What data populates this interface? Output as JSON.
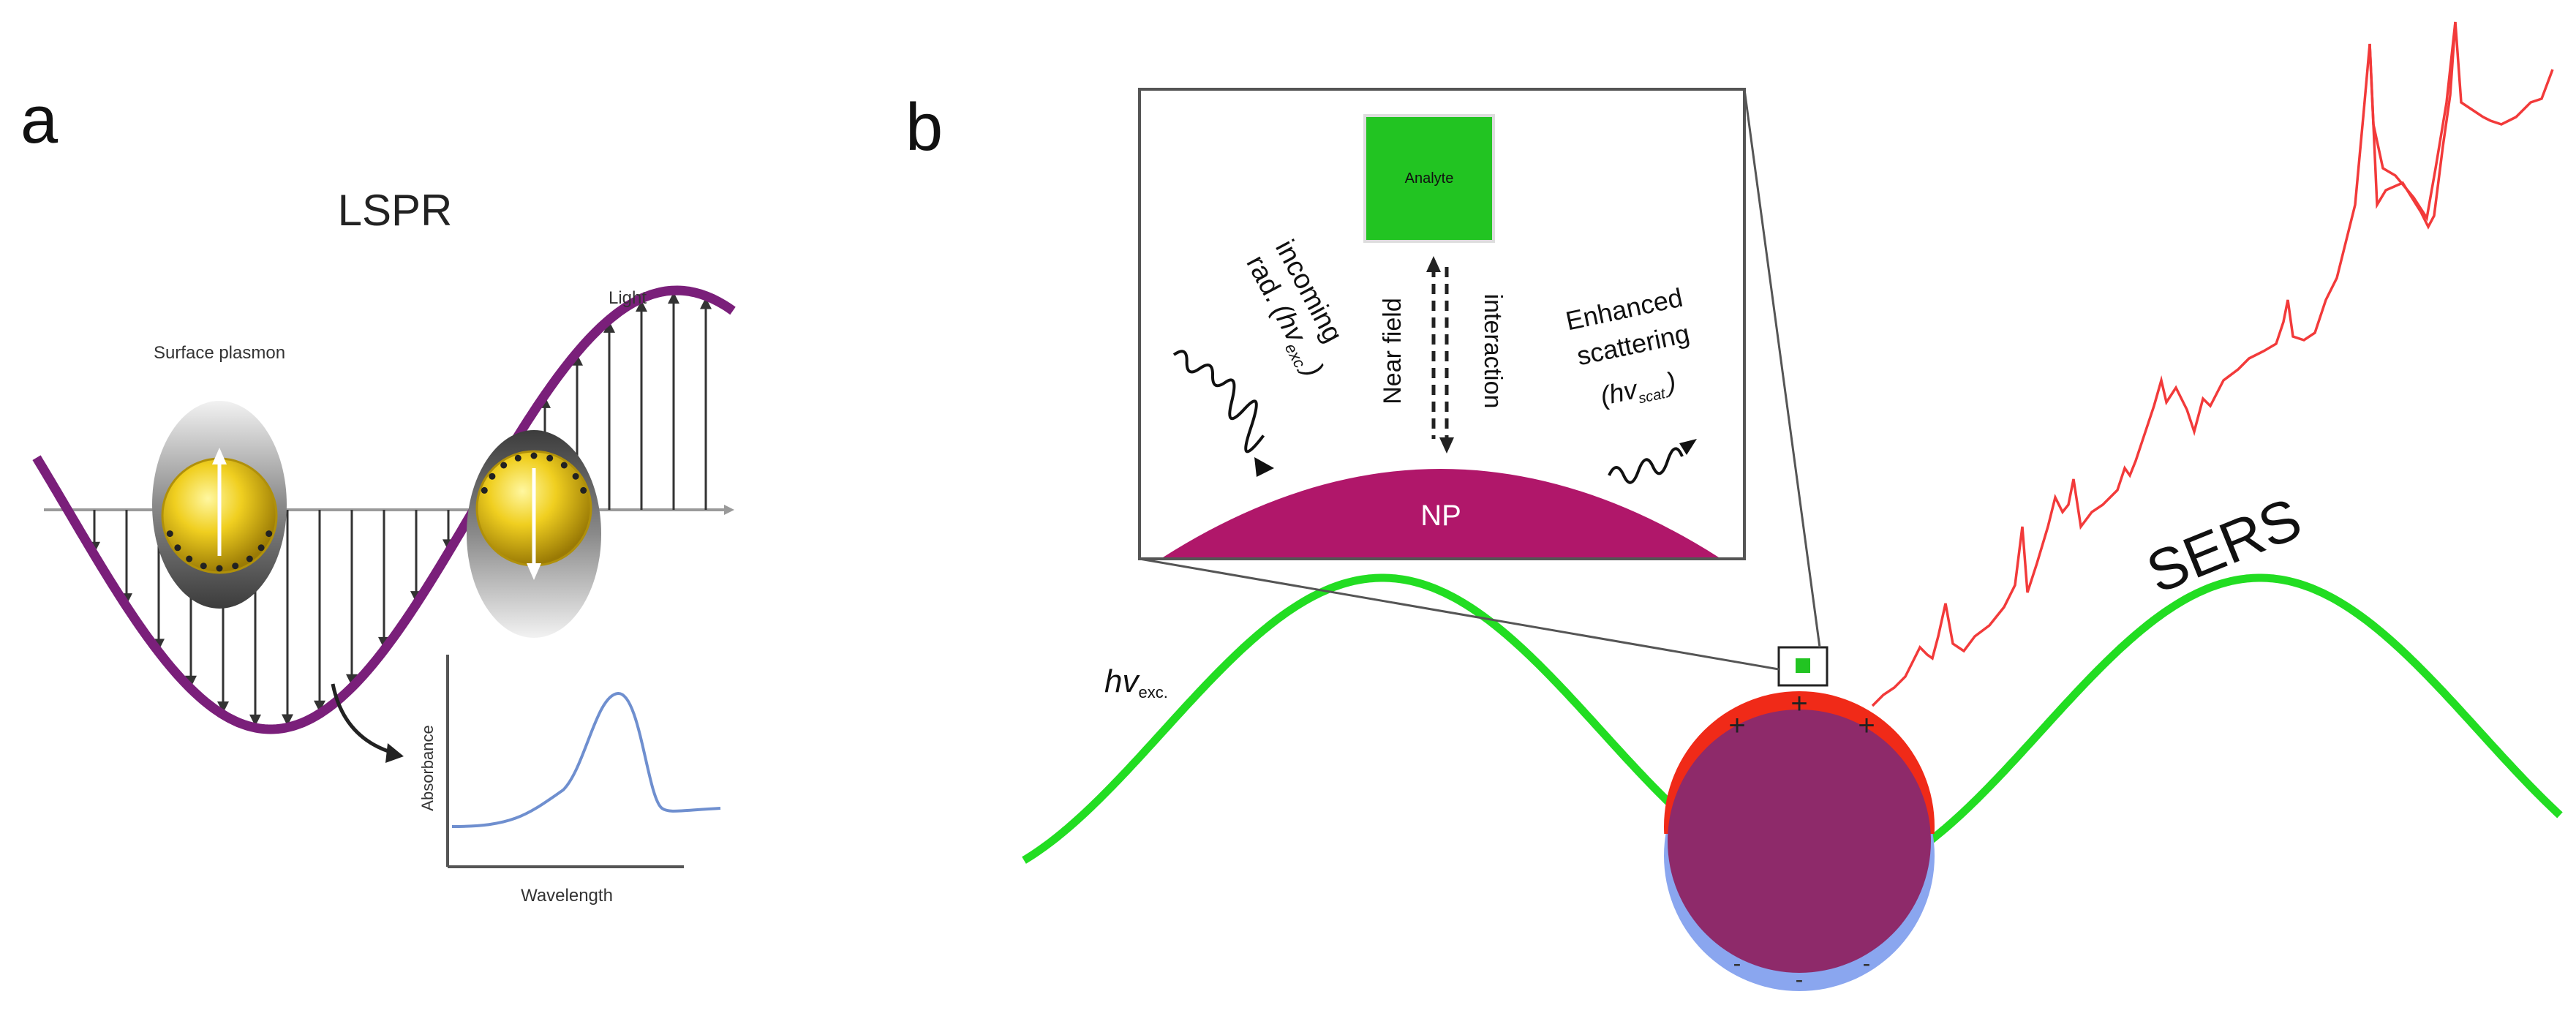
{
  "panel_a": {
    "label": "a",
    "title": "LSPR",
    "surface_plasmon_label": "Surface plasmon",
    "light_label": "Light",
    "inset": {
      "ylabel": "Absorbance",
      "xlabel": "Wavelength",
      "curve_color": "#6f8fcf"
    },
    "wave_color": "#7a1f7a",
    "particle_color": "#e8c21a"
  },
  "panel_b": {
    "label": "b",
    "zoom_box": {
      "analyte_label": "Analyte",
      "analyte_color": "#22c422",
      "incoming_label_line1": "incoming",
      "incoming_label_line2": "rad.",
      "incoming_label_line3": "(hv",
      "incoming_label_sub": "exc.",
      "incoming_label_end": ")",
      "near_field_label": "Near field",
      "interaction_label": "interaction",
      "enhanced_line1": "Enhanced",
      "enhanced_line2": "scattering",
      "enhanced_line3": "(hv",
      "enhanced_sub": "scat.",
      "enhanced_end": ")",
      "np_label": "NP",
      "np_color": "#b0176a"
    },
    "excitation_label": "hv",
    "excitation_sub": "exc.",
    "sers_label": "SERS",
    "wave_color": "#22dd22",
    "spectrum_color": "#f23a3a",
    "particle_top_color": "#f02a18",
    "particle_bottom_color": "#8aa6ef",
    "particle_core_color": "#8e2a6a",
    "plus_sign": "+",
    "minus_sign": "-"
  }
}
